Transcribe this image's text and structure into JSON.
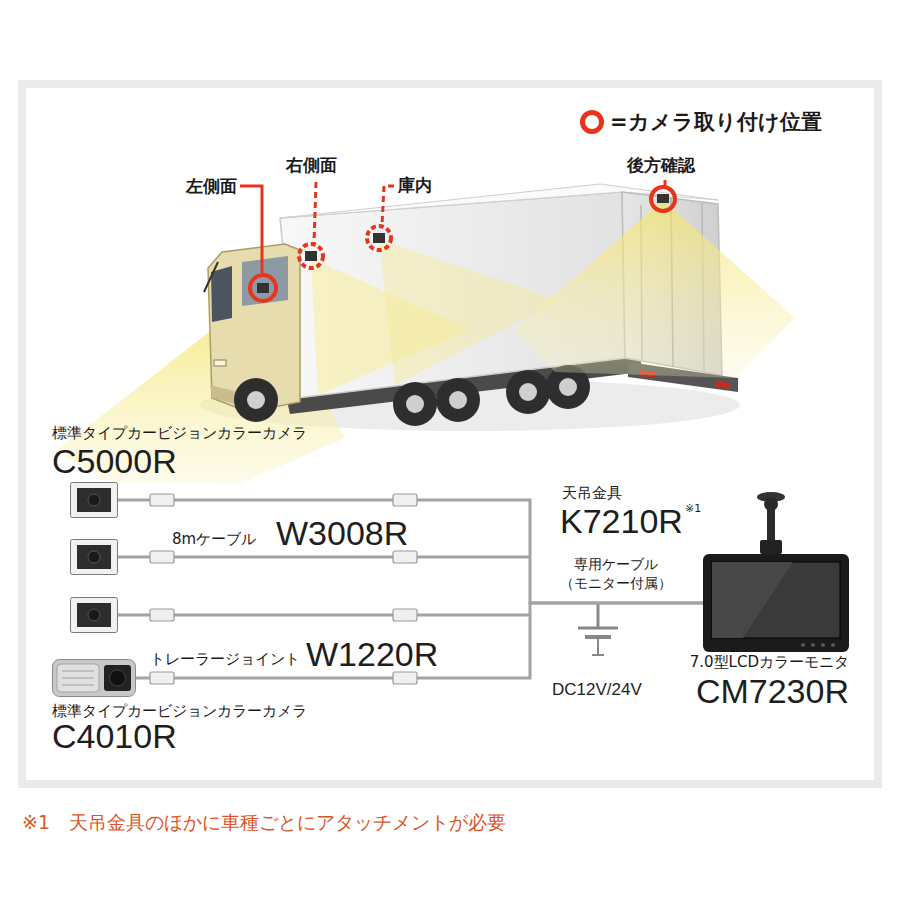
{
  "diagram": {
    "nodes": [
      {
        "text": [
          "標準タイプカービジョンカラーカメラ",
          "C5000R"
        ]
      },
      {
        "text": [
          "7.0型LCDカラーモニタ",
          "CM7230R"
        ]
      },
      {
        "text": [
          "標準タイプカービジョンカラーカメラ",
          "C4010R"
        ]
      }
    ],
    "edges": [
      {
        "from": 0,
        "to": 1,
        "arrow": "none"
      },
      {
        "from": 2,
        "to": 1,
        "arrow": "none"
      }
    ],
    "labels": [
      "左側面",
      "右側面",
      "庫内",
      "後方確認",
      "8mケーブル",
      "W3008R",
      "トレーラージョイント",
      "W1220R",
      "天吊金具",
      "K7210R",
      "※1",
      "専用ケーブル （モニター付属）",
      "DC12V/24V",
      "※1　天吊金具のほかに車種ごとにアタッチメントが必要"
    ],
    "legend": [
      {
        "text": "=カメラ取り付け位置"
      }
    ]
  }
}
